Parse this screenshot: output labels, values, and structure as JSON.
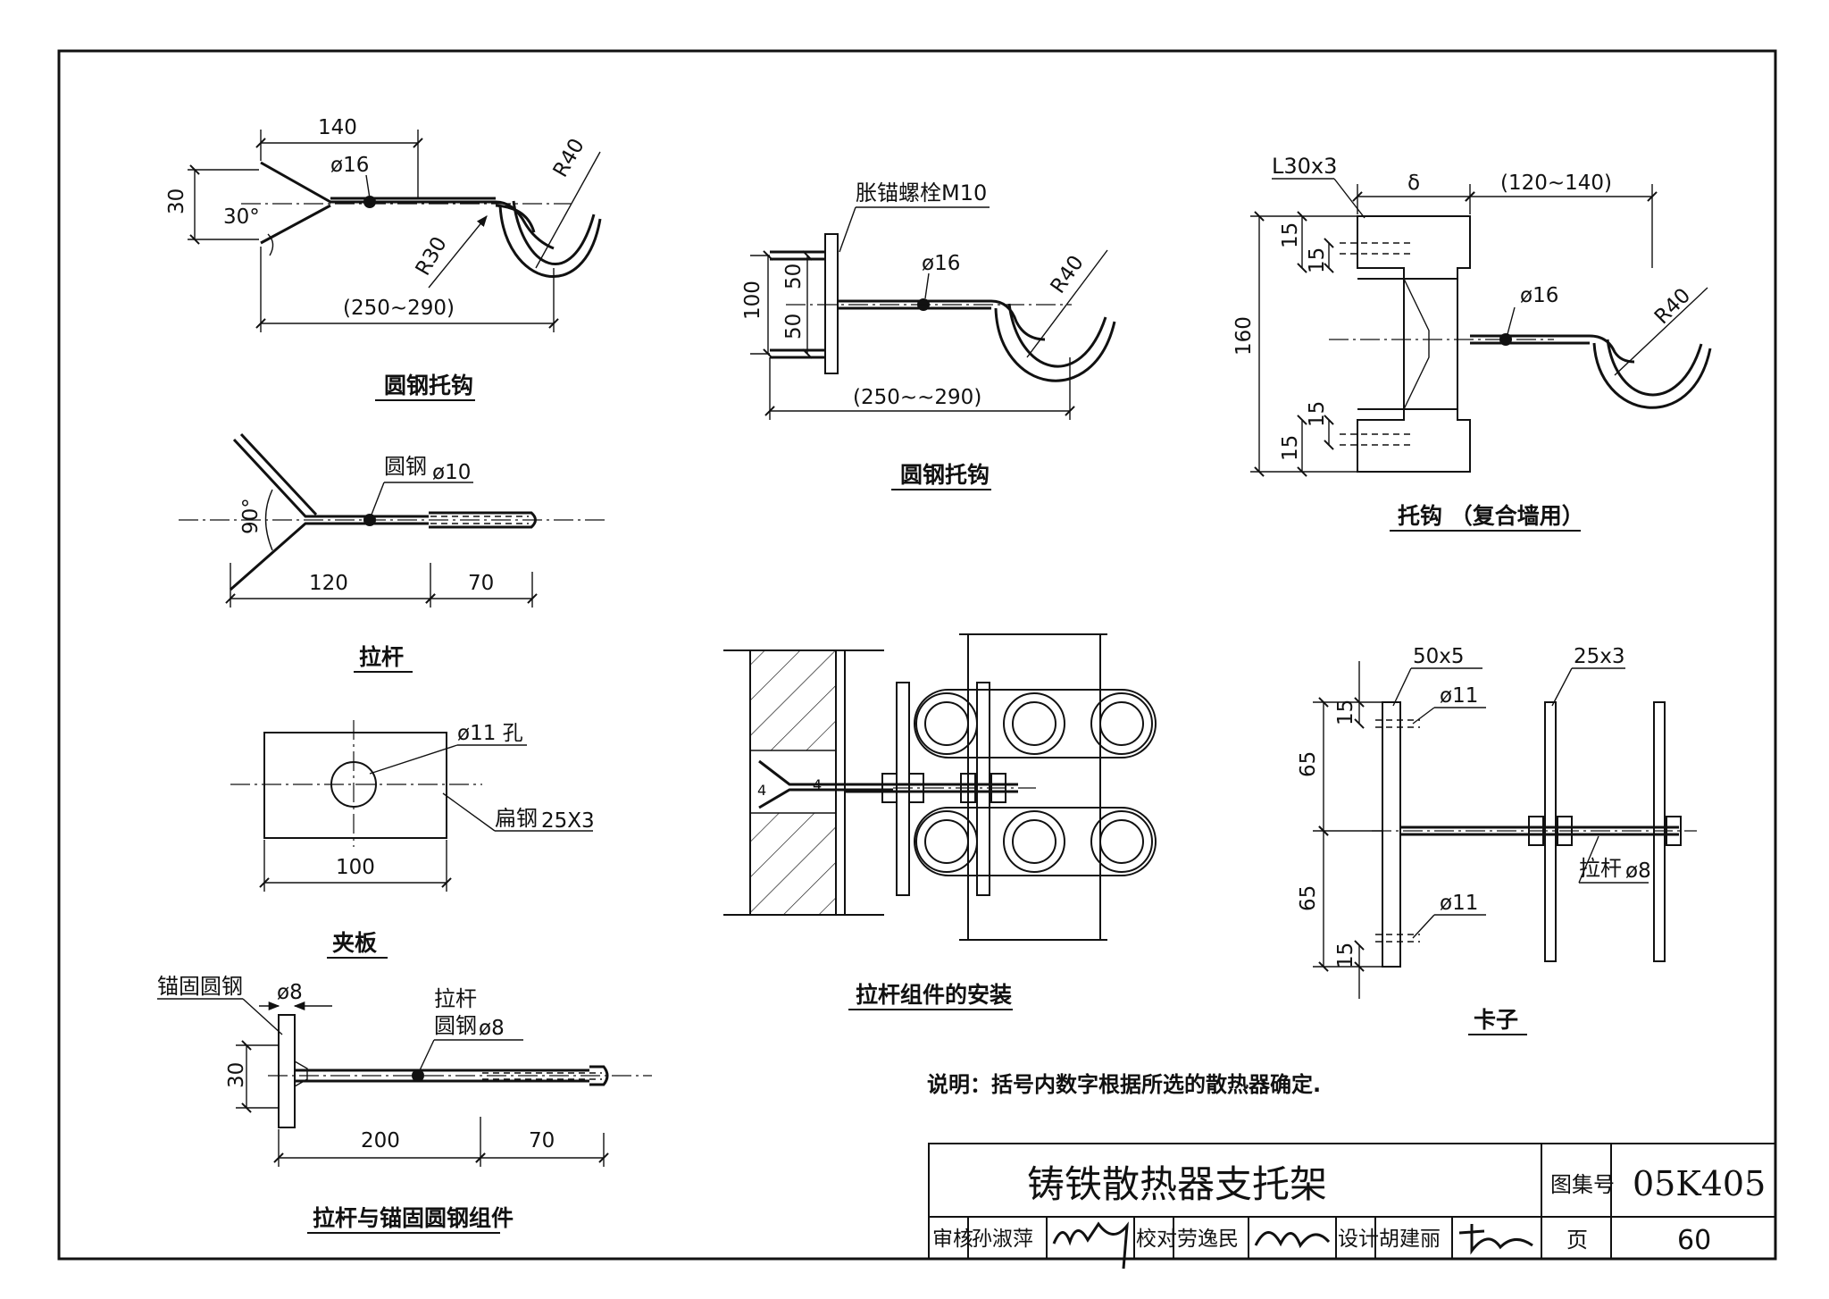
{
  "drawing": {
    "title": "铸铁散热器支托架",
    "atlas_label": "图集号",
    "atlas_no": "05K405",
    "page_label": "页",
    "page_no": "60",
    "review_label": "审核",
    "reviewer": "孙淑萍",
    "check_label": "校对",
    "checker": "劳逸民",
    "design_label": "设计",
    "designer": "胡建丽",
    "note": "说明：括号内数字根据所选的散热器确定."
  },
  "views": {
    "hook1": {
      "caption": "圆钢托钩",
      "dims": {
        "d140": "140",
        "d30": "30",
        "ang30": "30°",
        "rod": "ø16",
        "r40": "R40",
        "r30": "R30",
        "span": "(250~290)"
      }
    },
    "hook2": {
      "caption": "圆钢托钩",
      "dims": {
        "bolt": "胀锚螺栓M10",
        "rod": "ø16",
        "r40": "R40",
        "d100": "100",
        "d50a": "50",
        "d50b": "50",
        "span": "(250~~290)"
      }
    },
    "hook3": {
      "caption": "托钩 （复合墙用）",
      "dims": {
        "angle": "L30x3",
        "delta": "δ",
        "range": "(120~140)",
        "rod": "ø16",
        "r40": "R40",
        "d160": "160",
        "d15a": "15",
        "d15b": "15",
        "d15c": "15",
        "d15d": "15"
      }
    },
    "tie_rod": {
      "caption": "拉杆",
      "dims": {
        "rod_label": "圆钢",
        "rod": "ø10",
        "ang": "90°",
        "d120": "120",
        "d70": "70"
      }
    },
    "clamp_plate": {
      "caption": "夹板",
      "dims": {
        "hole": "ø11 孔",
        "flat_label": "扁钢",
        "flat": "25X3",
        "d100": "100"
      }
    },
    "rod_assembly": {
      "caption": "拉杆与锚固圆钢组件",
      "dims": {
        "anchor": "锚固圆钢",
        "phi8a": "ø8",
        "tie": "拉杆",
        "round": "圆钢",
        "phi8b": "ø8",
        "d30": "30",
        "d200": "200",
        "d70": "70"
      }
    },
    "install": {
      "caption": "拉杆组件的安装"
    },
    "clip": {
      "caption": "卡子",
      "dims": {
        "p1": "50x5",
        "p2": "25x3",
        "h1": "ø11",
        "h2": "ø11",
        "d65a": "65",
        "d65b": "65",
        "d15a": "15",
        "d15b": "15",
        "rod_label": "拉杆",
        "rod": "ø8"
      }
    }
  }
}
